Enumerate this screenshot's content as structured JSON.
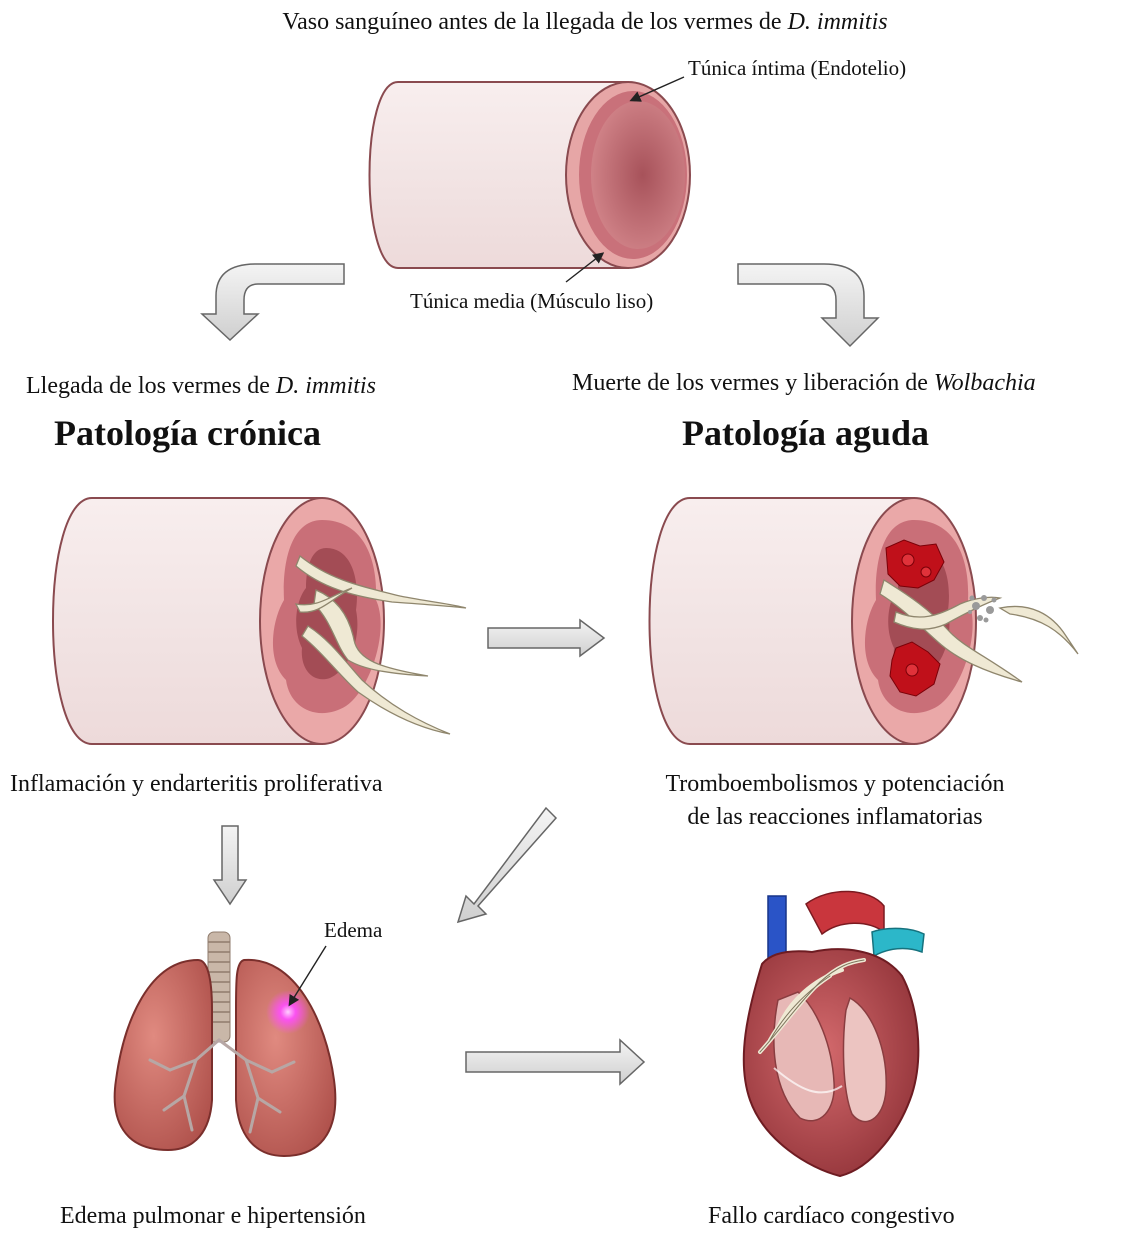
{
  "title": {
    "prefix": "Vaso sanguíneo antes de la llegada de los vermes de ",
    "italic": "D. immitis"
  },
  "labels": {
    "intima": "Túnica íntima (Endotelio)",
    "media": "Túnica media (Músculo liso)",
    "edema": "Edema"
  },
  "left_branch": {
    "arrival_prefix": "Llegada de los vermes de ",
    "arrival_italic": "D. immitis",
    "heading": "Patología crónica",
    "caption": "Inflamación y endarteritis proliferativa"
  },
  "right_branch": {
    "death_prefix": "Muerte de los vermes y liberación de ",
    "death_italic": "Wolbachia",
    "heading": "Patología aguda",
    "caption_line1": "Tromboembolismos y potenciación",
    "caption_line2": "de las reacciones inflamatorias"
  },
  "outcomes": {
    "lungs": "Edema pulmonar e hipertensión",
    "heart": "Fallo cardíaco congestivo"
  },
  "colors": {
    "vessel_wall": "#f3e6e6",
    "intima": "#e99a9a",
    "media": "#c8696e",
    "lumen": "#b9626a",
    "worm": "#efe9d4",
    "clot": "#c0101a",
    "arrow_fill": "#e3e3e3",
    "lung": "#c8645d",
    "heart": "#b8434a",
    "vein_blue": "#2a54c7",
    "edema_glow": "#ff4dff"
  }
}
